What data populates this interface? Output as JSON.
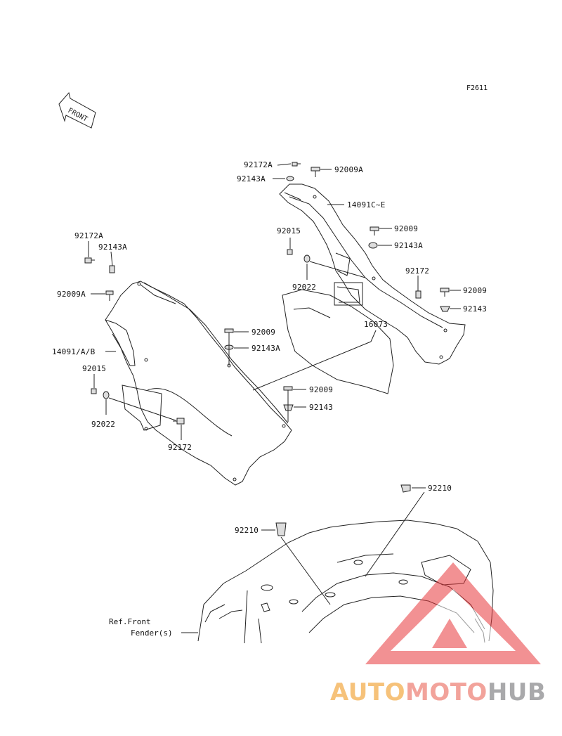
{
  "figure_code": "F2611",
  "front_marker": "FRONT",
  "colors": {
    "line": "#222222",
    "logo_triangle": "#e8383c",
    "logo_auto": "#f6c27a",
    "logo_moto": "#f2a39b",
    "logo_hub": "#a9a9ab"
  },
  "parts": {
    "p_92172A_top": "92172A",
    "p_92009A_top": "92009A",
    "p_92143A_top": "92143A",
    "p_14091CE": "14091C~E",
    "p_92015_right": "92015",
    "p_92009_r1": "92009",
    "p_92143A_r": "92143A",
    "p_92172_right": "92172",
    "p_92009_r2": "92009",
    "p_92143_r": "92143",
    "p_92022_right": "92022",
    "p_16073": "16073",
    "p_92172A_left": "92172A",
    "p_92143A_left": "92143A",
    "p_92009A_left": "92009A",
    "p_14091AB": "14091/A/B",
    "p_92015_left": "92015",
    "p_92022_left": "92022",
    "p_92172_left": "92172",
    "p_92009_mid": "92009",
    "p_92143A_mid": "92143A",
    "p_92009_low": "92009",
    "p_92143_low": "92143",
    "p_92210_right": "92210",
    "p_92210_left": "92210"
  },
  "reference": {
    "line1": "Ref.Front",
    "line2": "Fender(s)"
  },
  "watermark": {
    "part1": "AUTO",
    "part2": "MOTO",
    "part3": "HUB"
  }
}
